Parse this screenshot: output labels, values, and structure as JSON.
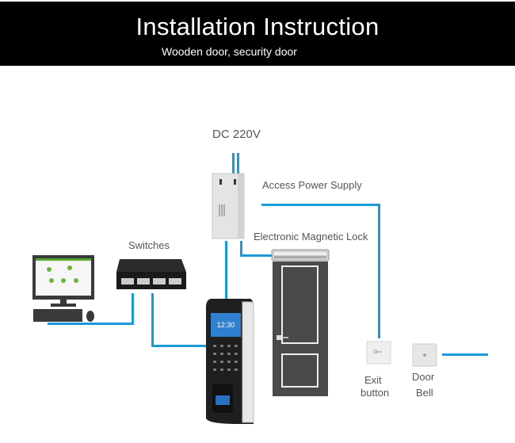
{
  "header": {
    "title": "Installation Instruction",
    "subtitle": "Wooden door, security door"
  },
  "labels": {
    "power_input": "DC 220V",
    "power_supply": "Access Power Supply",
    "magnetic_lock": "Electronic Magnetic Lock",
    "switches": "Switches",
    "exit_button_line1": "Exit",
    "exit_button_line2": "button",
    "door_bell_line1": "Door",
    "door_bell_line2": "Bell"
  },
  "device_screen": {
    "time": "12:30"
  },
  "colors": {
    "banner": "#000000",
    "wire": "#1a9ad6",
    "label_text": "#555555"
  }
}
